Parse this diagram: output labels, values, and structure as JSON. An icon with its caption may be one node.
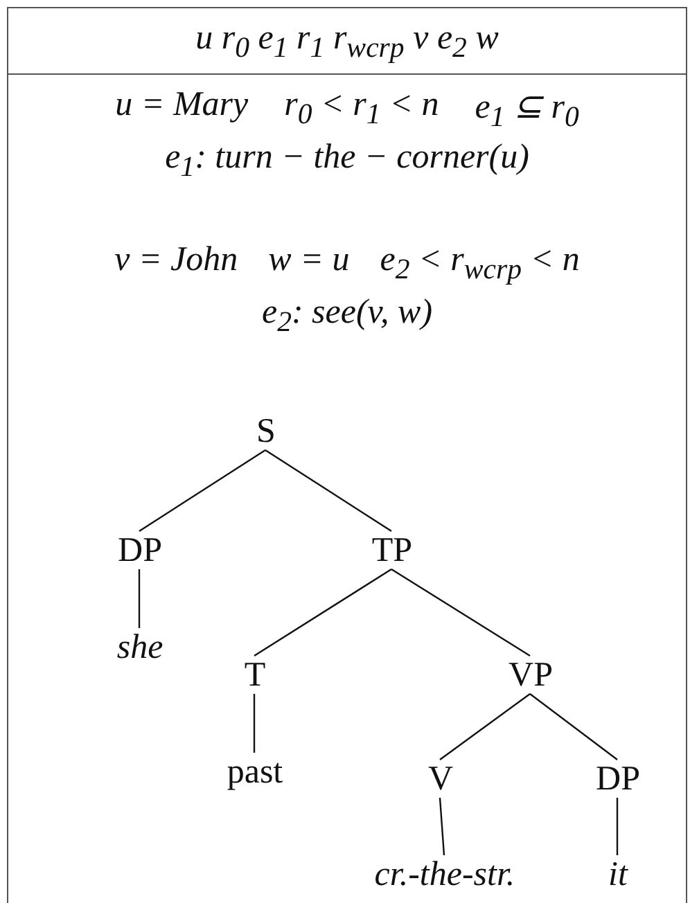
{
  "diagram": {
    "nodes": [
      {
        "text": [
          "u r$_{0}$ e$_{1}$ r$_{1}$ r$_{wcrp}$ v e$_{2}$ w",
          "u = Mary",
          "r$_{0}$ < r$_{1}$ < n",
          "e$_{1}$ ⊆ r$_{0}$",
          "e$_{1}$: turn − the − corner(u)",
          "v = John",
          "w = u",
          "e$_{2}$ < r$_{wcrp}$ < n",
          "e$_{2}$: see(v, w)"
        ]
      },
      {
        "text": [
          "S"
        ],
        "in": 0
      },
      {
        "text": [
          "DP"
        ],
        "in": 0
      },
      {
        "text": [
          "she"
        ],
        "in": 0
      },
      {
        "text": [
          "TP"
        ],
        "in": 0
      },
      {
        "text": [
          "T"
        ],
        "in": 0
      },
      {
        "text": [
          "past"
        ],
        "in": 0
      },
      {
        "text": [
          "VP"
        ],
        "in": 0
      },
      {
        "text": [
          "V"
        ],
        "in": 0
      },
      {
        "text": [
          "cr.-the-str."
        ],
        "in": 0
      },
      {
        "text": [
          "DP"
        ],
        "in": 0
      },
      {
        "text": [
          "it"
        ],
        "in": 0
      }
    ],
    "edges": [
      {
        "from": 1,
        "to": 2,
        "arrow": "none"
      },
      {
        "from": 1,
        "to": 4,
        "arrow": "none"
      },
      {
        "from": 2,
        "to": 3,
        "arrow": "none"
      },
      {
        "from": 4,
        "to": 5,
        "arrow": "none"
      },
      {
        "from": 4,
        "to": 7,
        "arrow": "none"
      },
      {
        "from": 5,
        "to": 6,
        "arrow": "none"
      },
      {
        "from": 7,
        "to": 8,
        "arrow": "none"
      },
      {
        "from": 7,
        "to": 10,
        "arrow": "none"
      },
      {
        "from": 8,
        "to": 9,
        "arrow": "none"
      },
      {
        "from": 10,
        "to": 11,
        "arrow": "none"
      }
    ]
  }
}
